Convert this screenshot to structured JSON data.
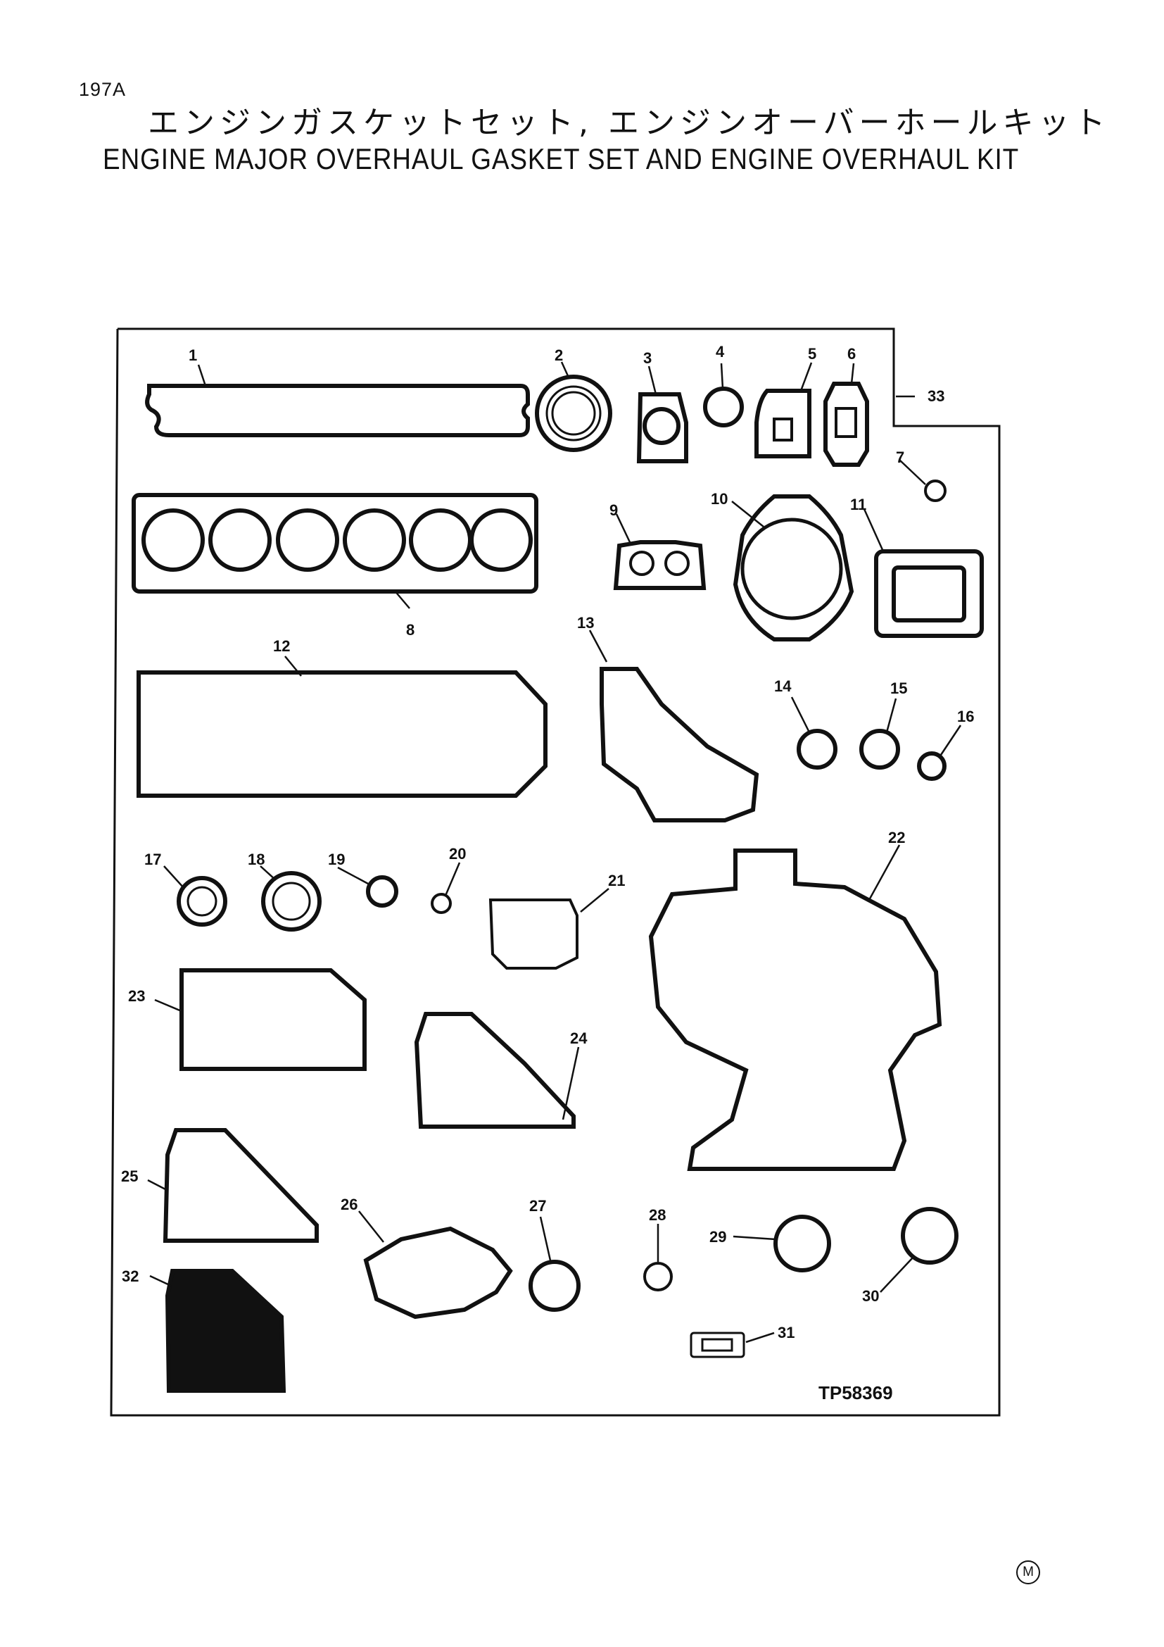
{
  "header": {
    "page_number": "197A",
    "title_jp": "エンジンガスケットセット, エンジンオーバーホールキット",
    "title_en": "ENGINE MAJOR OVERHAUL GASKET SET AND ENGINE OVERHAUL KIT"
  },
  "diagram": {
    "drawing_code": "TP58369",
    "part_labels": [
      "1",
      "2",
      "3",
      "4",
      "5",
      "6",
      "7",
      "8",
      "9",
      "10",
      "11",
      "12",
      "13",
      "14",
      "15",
      "16",
      "17",
      "18",
      "19",
      "20",
      "21",
      "22",
      "23",
      "24",
      "25",
      "26",
      "27",
      "28",
      "29",
      "30",
      "31",
      "32",
      "33"
    ]
  },
  "footer": {
    "mark": "M"
  }
}
